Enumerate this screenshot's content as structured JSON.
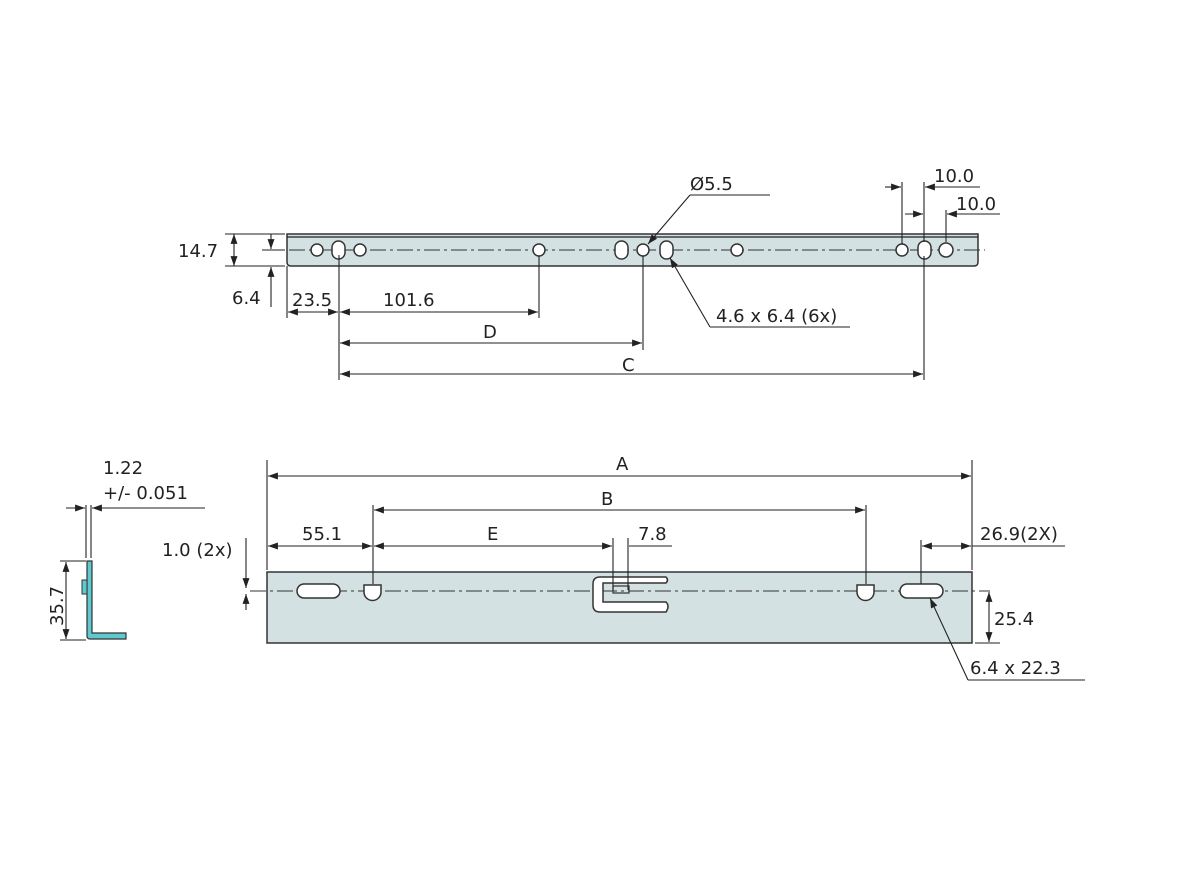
{
  "colors": {
    "part_fill": "#d3e1e2",
    "section_fill": "#5fc9d0",
    "line": "#222222"
  },
  "top_view": {
    "hole_diameter": "Ø5.5",
    "right_spacing_1": "10.0",
    "right_spacing_2": "10.0",
    "height": "14.7",
    "centerline_offset": "6.4",
    "edge_to_first": "23.5",
    "spacing": "101.6",
    "slot_label": "4.6 x 6.4 (6x)",
    "dim_d": "D",
    "dim_c": "C"
  },
  "section_view": {
    "thickness": "1.22",
    "tolerance": "+/- 0.051",
    "height": "35.7"
  },
  "front_view": {
    "dim_a": "A",
    "dim_b": "B",
    "dim_e": "E",
    "edge_offset": "55.1",
    "tab_width": "7.8",
    "offset_2x": "1.0 (2x)",
    "right_offset": "26.9(2X)",
    "centerline_height": "25.4",
    "slot_label": "6.4 x 22.3"
  }
}
